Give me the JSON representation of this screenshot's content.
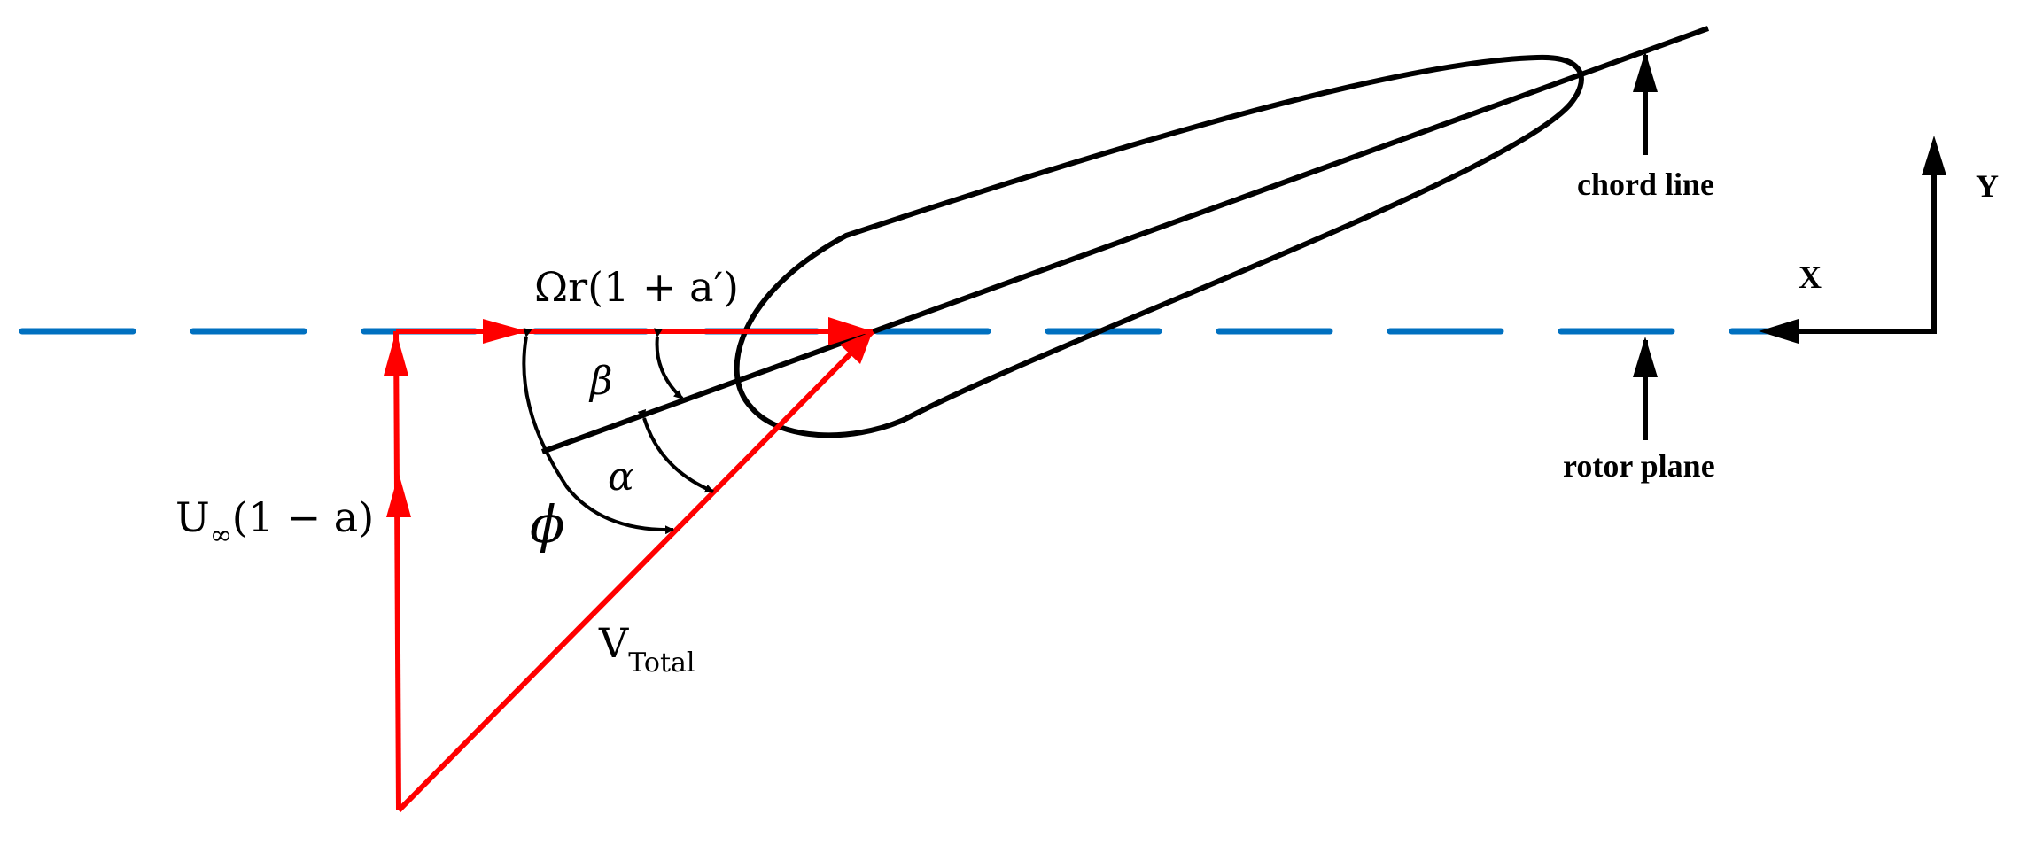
{
  "colors": {
    "velocity": "#ff0000",
    "rotor_plane": "#0070c0",
    "ink": "#000000",
    "background": "#ffffff"
  },
  "labels": {
    "tangential_velocity": {
      "prefix": "Ωr(1 + a",
      "suffix": "′)"
    },
    "axial_velocity": {
      "main": "U",
      "sub": "∞",
      "rest": "(1 − a)"
    },
    "total_velocity": {
      "main": "V",
      "sub": "Total"
    },
    "beta": "β",
    "alpha": "α",
    "phi": "ϕ",
    "chord_line": "chord line",
    "rotor_plane": "rotor plane",
    "axis_x": "X",
    "axis_y": "Y"
  }
}
